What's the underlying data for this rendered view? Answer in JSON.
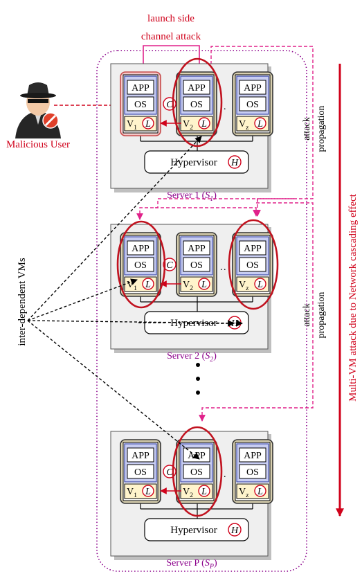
{
  "top_label": {
    "line1": "launch side",
    "line2": "channel attack"
  },
  "malicious_user": {
    "label": "Malicious User"
  },
  "left_label": "inter-dependent VMs",
  "right_label": "Multi-VM attack due to Network cascading effect",
  "servers": [
    {
      "name": "Server 1 (",
      "sym": "S",
      "sub": "1",
      "vms": [
        {
          "app": "APP",
          "os": "OS",
          "v": "V",
          "vsub": "1",
          "l": "L"
        },
        {
          "app": "APP",
          "os": "OS",
          "v": "V",
          "vsub": "2",
          "l": "L"
        },
        {
          "app": "APP",
          "os": "OS",
          "v": "V",
          "vsub": "z",
          "l": "L"
        }
      ],
      "hypervisor": "Hypervisor",
      "h": "H",
      "c": "C"
    },
    {
      "name": "Server 2 (",
      "sym": "S",
      "sub": "2",
      "vms": [
        {
          "app": "APP",
          "os": "OS",
          "v": "V",
          "vsub": "1",
          "l": "L"
        },
        {
          "app": "APP",
          "os": "OS",
          "v": "V",
          "vsub": "2",
          "l": "L"
        },
        {
          "app": "APP",
          "os": "OS",
          "v": "V",
          "vsub": "z",
          "l": "L"
        }
      ],
      "hypervisor": "Hypervisor",
      "h": "H",
      "c": "C"
    },
    {
      "name": "Server P (",
      "sym": "S",
      "sub": "P",
      "vms": [
        {
          "app": "APP",
          "os": "OS",
          "v": "V",
          "vsub": "1",
          "l": "L"
        },
        {
          "app": "APP",
          "os": "OS",
          "v": "V",
          "vsub": "2",
          "l": "L"
        },
        {
          "app": "APP",
          "os": "OS",
          "v": "V",
          "vsub": "z",
          "l": "L"
        }
      ],
      "hypervisor": "Hypervisor",
      "h": "H",
      "c": "C"
    }
  ],
  "propagation": {
    "line1": "attack",
    "line2": "propagation"
  },
  "colors": {
    "red": "#d0021b",
    "magenta": "#e0218a",
    "purple": "#8b008b",
    "box_blue": "#c8cdf2",
    "box_yellow": "#fff4cc",
    "server_gray": "#efefef"
  }
}
